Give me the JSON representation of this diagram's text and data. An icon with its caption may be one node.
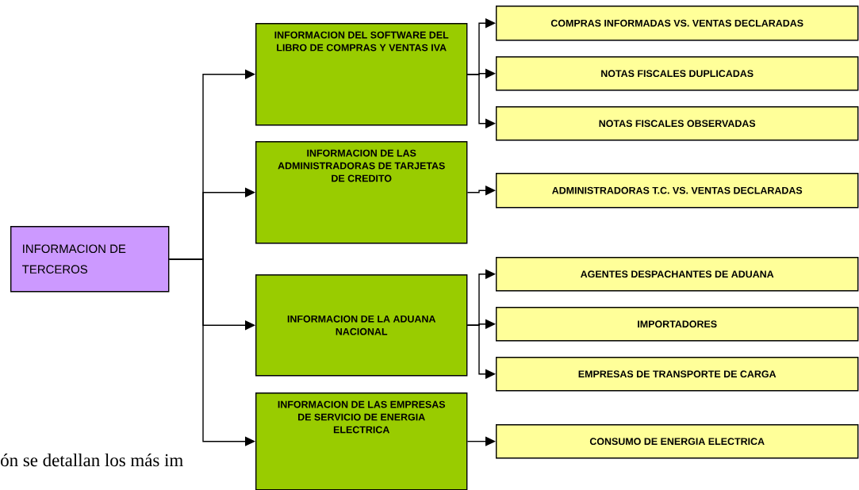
{
  "diagram": {
    "nodes": [
      {
        "text": [
          "INFORMACION DE TERCEROS"
        ]
      },
      {
        "text": [
          "INFORMACION DEL SOFTWARE DEL LIBRO DE COMPRAS Y VENTAS IVA"
        ]
      },
      {
        "text": [
          "INFORMACION DE LAS ADMINISTRADORAS DE TARJETAS DE CREDITO"
        ]
      },
      {
        "text": [
          "INFORMACION DE LA ADUANA NACIONAL"
        ]
      },
      {
        "text": [
          "INFORMACION DE LAS EMPRESAS DE SERVICIO DE ENERGIA ELECTRICA"
        ]
      },
      {
        "text": [
          "COMPRAS INFORMADAS VS. VENTAS DECLARADAS"
        ]
      },
      {
        "text": [
          "NOTAS FISCALES DUPLICADAS"
        ]
      },
      {
        "text": [
          "NOTAS FISCALES OBSERVADAS"
        ]
      },
      {
        "text": [
          "ADMINISTRADORAS T.C. VS. VENTAS DECLARADAS"
        ]
      },
      {
        "text": [
          "AGENTES DESPACHANTES DE ADUANA"
        ]
      },
      {
        "text": [
          "IMPORTADORES"
        ]
      },
      {
        "text": [
          "EMPRESAS DE TRANSPORTE DE CARGA"
        ]
      },
      {
        "text": [
          "CONSUMO DE ENERGIA ELECTRICA"
        ]
      }
    ],
    "edges": [
      {
        "from": 0,
        "to": 1,
        "arrow": "to"
      },
      {
        "from": 0,
        "to": 2,
        "arrow": "to"
      },
      {
        "from": 0,
        "to": 3,
        "arrow": "to"
      },
      {
        "from": 0,
        "to": 4,
        "arrow": "to"
      },
      {
        "from": 1,
        "to": 5,
        "arrow": "to"
      },
      {
        "from": 1,
        "to": 6,
        "arrow": "to"
      },
      {
        "from": 1,
        "to": 7,
        "arrow": "to"
      },
      {
        "from": 2,
        "to": 8,
        "arrow": "to"
      },
      {
        "from": 3,
        "to": 9,
        "arrow": "to"
      },
      {
        "from": 3,
        "to": 10,
        "arrow": "to"
      },
      {
        "from": 3,
        "to": 11,
        "arrow": "to"
      },
      {
        "from": 4,
        "to": 12,
        "arrow": "to"
      }
    ],
    "labels": [
      "ón se detallan los más im"
    ]
  }
}
